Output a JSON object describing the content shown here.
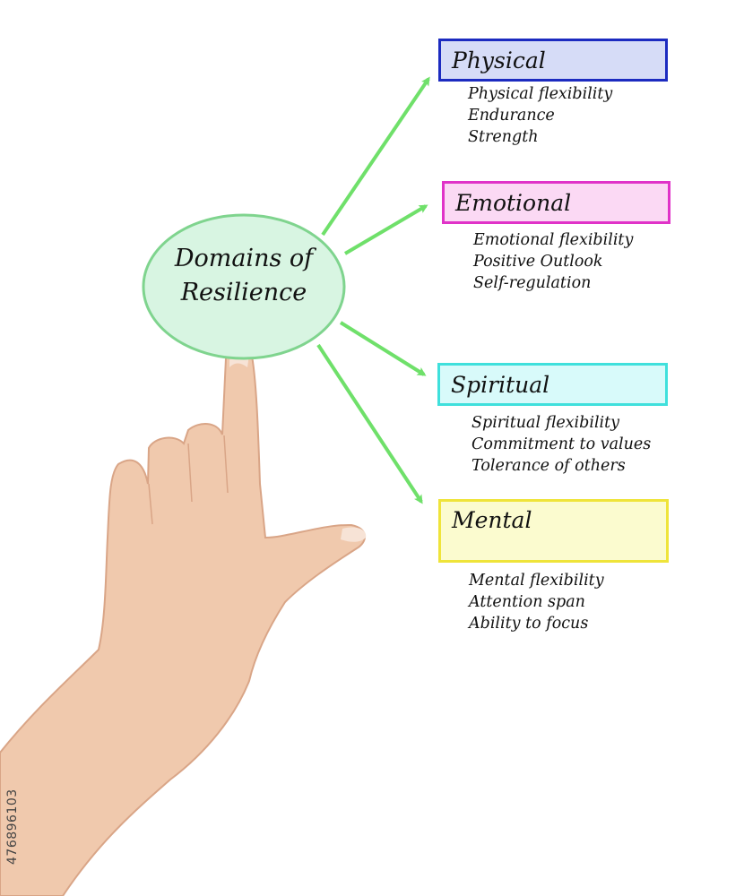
{
  "center": {
    "line1": "Domains of",
    "line2": "Resilience"
  },
  "domains": [
    {
      "title": "Physical",
      "items": [
        "Physical flexibility",
        "Endurance",
        "Strength"
      ],
      "fill": "#d6dcf7",
      "border": "#1c2bc0"
    },
    {
      "title": "Emotional",
      "items": [
        "Emotional  flexibility",
        "Positive Outlook",
        "Self-regulation"
      ],
      "fill": "#fbd9f4",
      "border": "#e033c8"
    },
    {
      "title": "Spiritual",
      "items": [
        "Spiritual flexibility",
        "Commitment to values",
        "Tolerance of others"
      ],
      "fill": "#d8fafa",
      "border": "#3fe0dc"
    },
    {
      "title": "Mental",
      "items": [
        "Mental flexibility",
        "Attention span",
        "Ability to focus"
      ],
      "fill": "#fbfbcf",
      "border": "#efe43a"
    }
  ],
  "colors": {
    "arrow": "#6fe06a",
    "ellipse_fill": "#d8f5e2",
    "ellipse_border": "#7fd48e",
    "skin": "#f0c9ad"
  },
  "stock_id": "476896103"
}
